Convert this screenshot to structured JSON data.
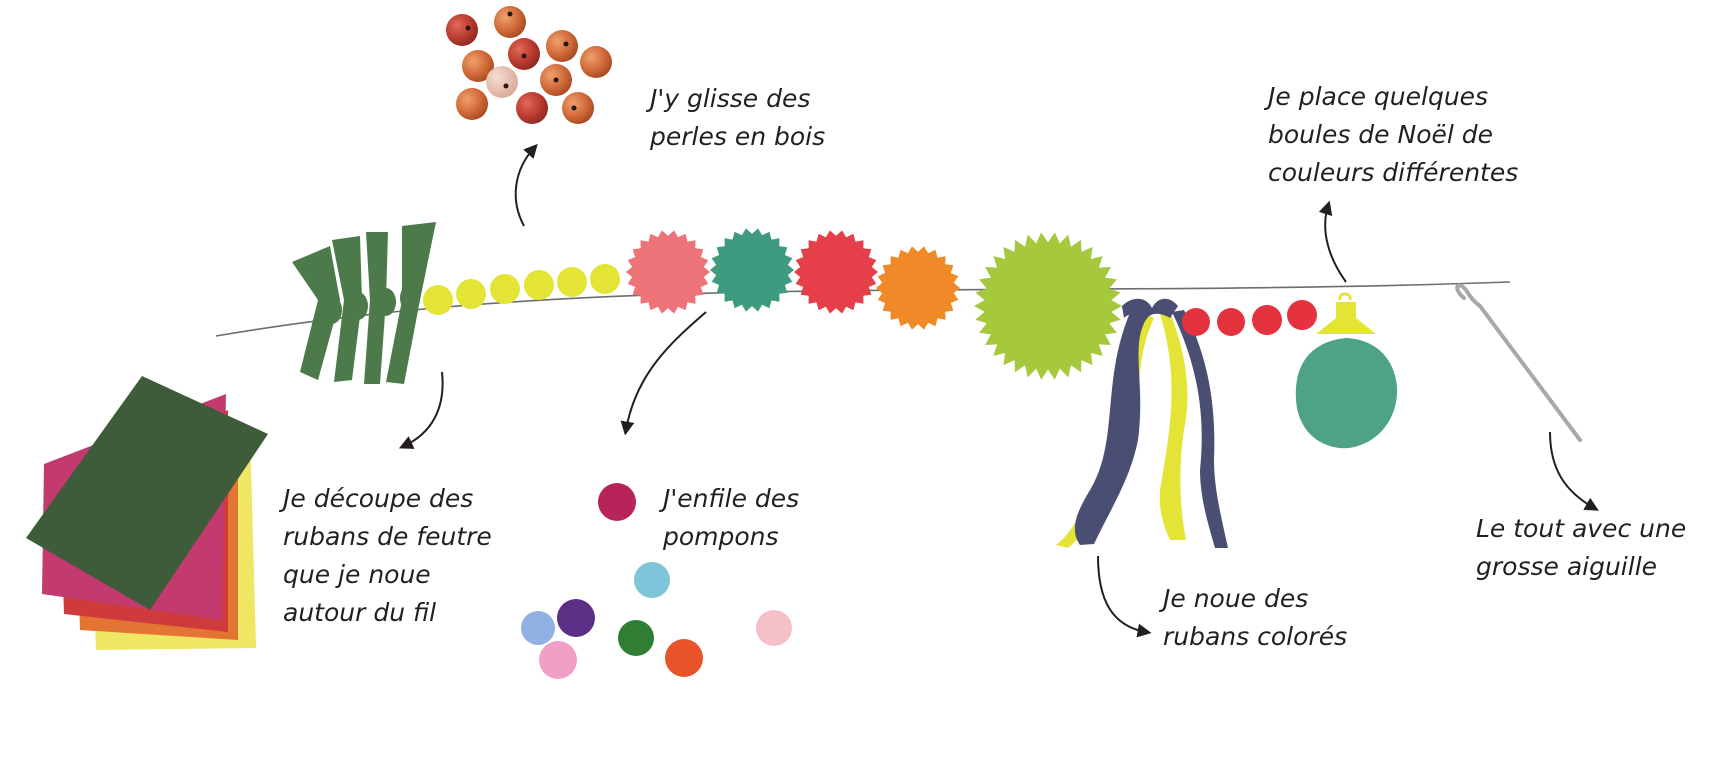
{
  "captions": {
    "beads": "J'y glisse des\nperles en bois",
    "balls": "Je place quelques\nboules de Noël de\ncouleurs différentes",
    "felt": "Je découpe des\nrubans de feutre\nque je noue\nautour du fil",
    "pompoms": "J'enfile des\npompons",
    "ribbons": "Je noue des\nrubans colorés",
    "needle": "Le tout avec une\ngrosse aiguille"
  },
  "colors": {
    "text": "#231f20",
    "string": "#6d6d6d",
    "felt_green": "#4d7a4b",
    "bead_yellow": "#e4e437",
    "pompom_pink": "#ee7378",
    "pompom_teal": "#3f9b80",
    "pompom_red": "#e5404a",
    "pompom_orange": "#f08a28",
    "pompom_lime": "#a5c83c",
    "ribbon_navy": "#4a4e72",
    "ribbon_yellow": "#e4e437",
    "bead_red": "#e5323f",
    "ornament_teal": "#4ea286",
    "ornament_cap": "#e4e437",
    "needle_grey": "#a8a8a8",
    "wood_bead": "#cf6f3a"
  }
}
